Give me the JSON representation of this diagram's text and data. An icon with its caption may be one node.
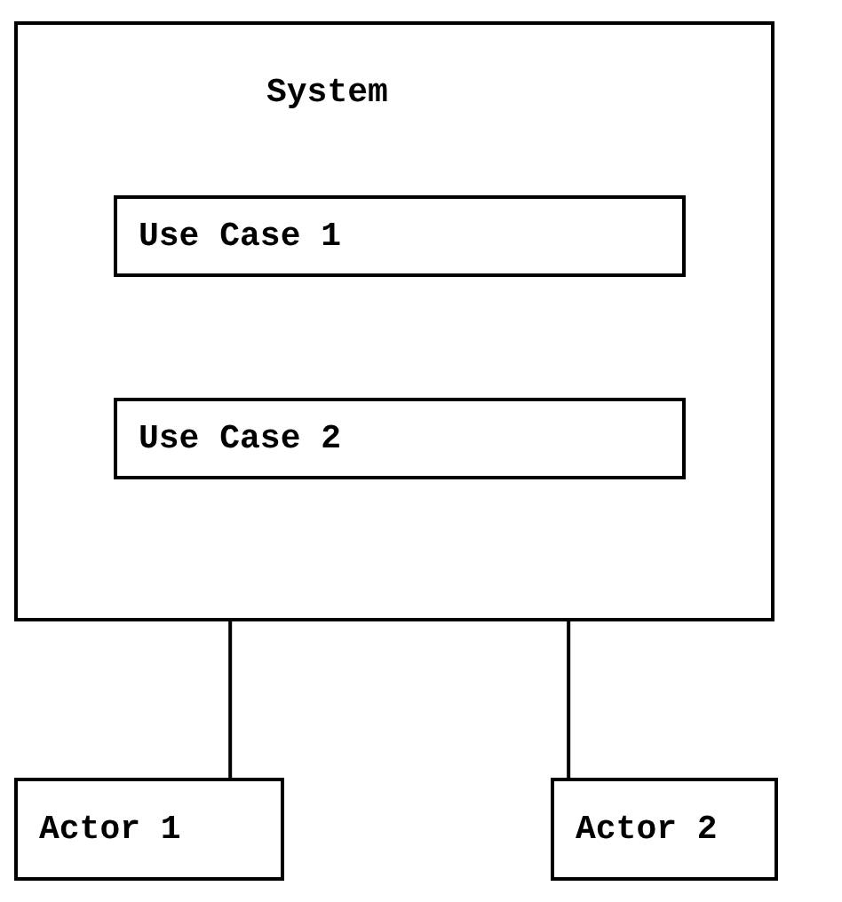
{
  "diagram": {
    "nodes": [
      {
        "text": [
          "System"
        ]
      },
      {
        "text": [
          "Use Case 1"
        ],
        "in": 0
      },
      {
        "text": [
          "Use Case 2"
        ],
        "in": 0
      },
      {
        "text": [
          "Actor 1"
        ]
      },
      {
        "text": [
          "Actor 2"
        ]
      }
    ],
    "edges": [
      {
        "from": 0,
        "to": 3,
        "arrow": "none"
      },
      {
        "from": 0,
        "to": 4,
        "arrow": "none"
      }
    ]
  }
}
